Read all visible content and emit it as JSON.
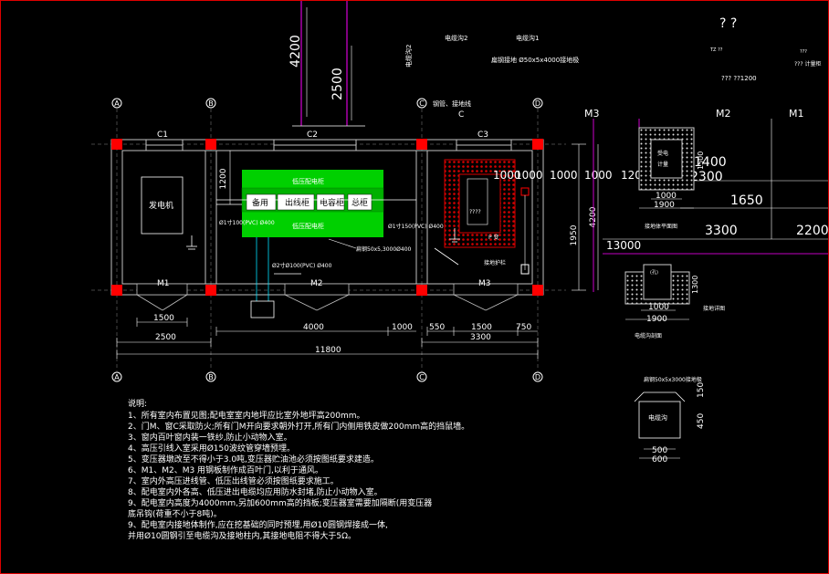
{
  "top_marks": "? ?",
  "top_dims": {
    "d4200": "4200",
    "d2500": "2500"
  },
  "top_labels": {
    "cable_m2": "电缆沟2",
    "cable_m1": "电缆沟1",
    "steel": "扁钢接地 Ø50x5x4000接地极",
    "left_vert": "电缆沟2",
    "pipe": "钢管、接地线",
    "code": "???  ??1200",
    "small_r1": "TZ ??",
    "small_r2": "??? 计量柜",
    "small_r3": "???"
  },
  "axes": {
    "A": "A",
    "B": "B",
    "C": "C",
    "D": "D"
  },
  "c_label": "C",
  "windows": {
    "c1": "C1",
    "c2": "C2",
    "c3": "C3"
  },
  "doors": {
    "m1": "M1",
    "m2": "M2",
    "m3": "M3"
  },
  "room": {
    "generator": "发电机",
    "cab_top": "低压配电柜",
    "cab_bottom": "低压配电柜",
    "cab1": "备用",
    "cab2": "出线柜",
    "cab3": "电容柜",
    "cab4": "总柜",
    "pipe1": "Ø1寸100(PVC) Ø400",
    "pipe2": "Ø1寸150(PVC) Ø400",
    "pipe3": "Ø2寸Ø100(PVC) Ø400",
    "steel2": "扁钢50x5,3000Ø400",
    "trans": "????",
    "trans2": "P 变",
    "trans3": "接地护栏",
    "d1200": "1200",
    "d1950": "1950",
    "d4200": "4200",
    "d1000": "1000"
  },
  "bottom_dims": {
    "d1500a": "1500",
    "d4000": "4000",
    "d1000": "1000",
    "d550": "550",
    "d1500b": "1500",
    "d750": "750",
    "d2500": "2500",
    "d3300": "3300",
    "d11800": "11800"
  },
  "right_labels": {
    "m3": "M3",
    "m2": "M2",
    "m1": "M1",
    "d1000a": "1000",
    "d1000b": "1000",
    "d1000c": "1000",
    "d1000d": "1000",
    "d120": "120",
    "d13000": "13000",
    "d1400": "1400",
    "d2300": "2300",
    "d1650": "1650",
    "d3300": "3300",
    "d2200": "2200",
    "d1500": "1500",
    "d1000e": "1000",
    "d1900": "1900",
    "plan1": "接地体平面图",
    "d1300": "1300",
    "d1000f": "1000",
    "d1900b": "1900",
    "plan2": "接地详图",
    "sect1": "电缆沟剖面",
    "pit_label": "扁钢50x5x3000接地极",
    "d150": "150",
    "d450": "450",
    "d500": "500",
    "d600": "600",
    "pit_text": "电缆沟",
    "hole_text": "(孔)",
    "sx1": "受电",
    "sx2": "计量"
  },
  "notes": [
    "说明:",
    "1、所有室内布置见图;配电室室内地坪应比室外地坪高200mm。",
    "2、门M、窗C采取防火;所有门M开向要求朝外打开,所有门内侧用铁皮做200mm高的挡鼠墙。",
    "3、窗内百叶窗内装一铁纱,防止小动物入室。",
    "4、高压引线入室采用Ø150波纹管穿墙预埋。",
    "5、变压器墩改至不得小于3.0吨,变压器贮油池必须按图纸要求建造。",
    "6、M1、M2、M3 用钢板制作成百叶门,以利于通风。",
    "7、室内外高压进线管、低压出线管必须按图纸要求施工。",
    "8、配电室内外各高、低压进出电缆均应用防水封堵,防止小动物入室。",
    "9、配电室内高度为4000mm,另加600mm高的挡板;变压器室需要加隔断(用变压器",
    "   底吊钩(荷重不小于8吨)。",
    "9、配电室内接地体制作,应在挖基础的同时预埋,用Ø10圆钢焊接成一体,",
    "   并用Ø10圆钢引至电缆沟及接地柱内,其接地电阻不得大于5Ω。"
  ],
  "colors": {
    "wall": "#c0c0c0",
    "column": "#ff0000",
    "green": "#00d000",
    "magenta": "#ff00ff",
    "dim": "#ffffff",
    "hatch": "#d80000",
    "frame": "#dd0000",
    "cyan": "#00e0ff",
    "yellow": "#ffff00"
  }
}
